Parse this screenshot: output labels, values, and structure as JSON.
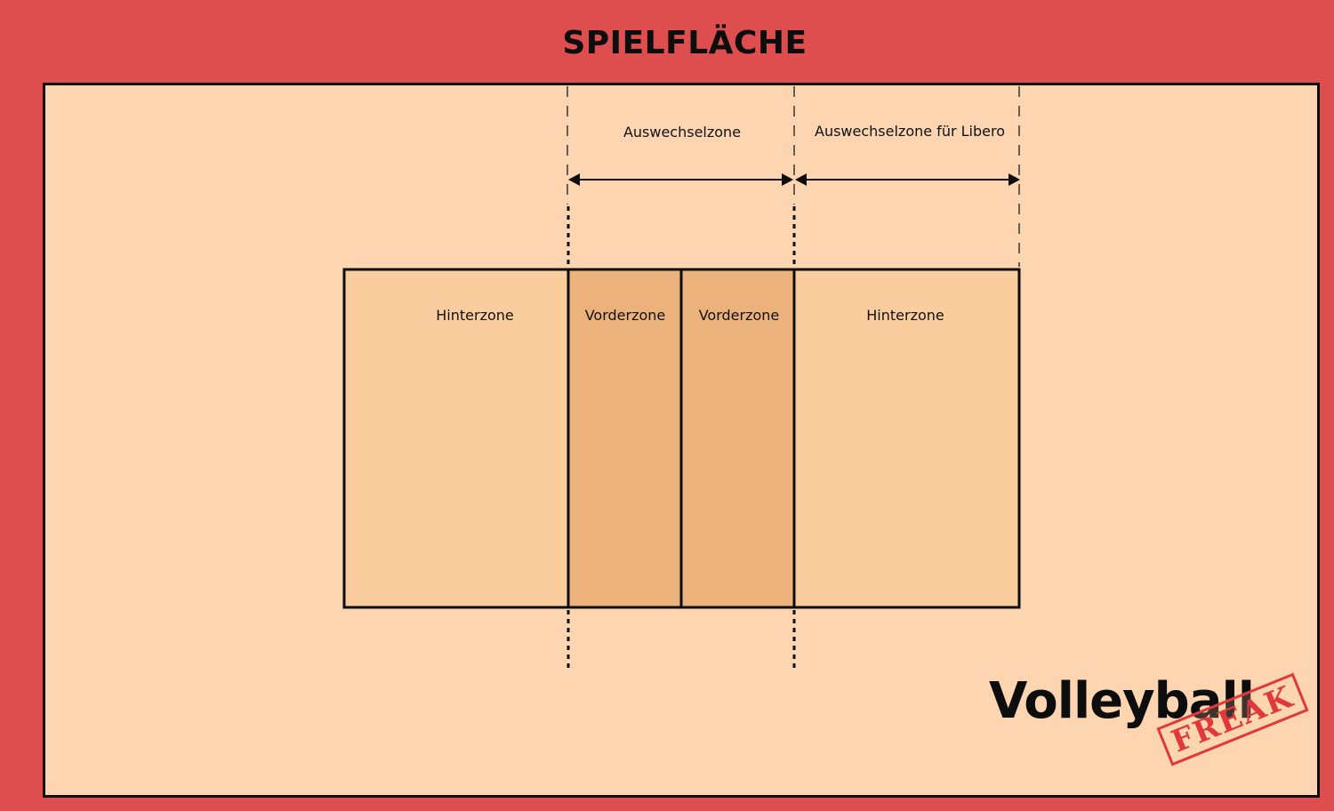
{
  "title": "SPIELFLÄCHE",
  "labels": {
    "substitution_zone": "Auswechselzone",
    "libero_zone": "Auswechselzone für Libero"
  },
  "zones": [
    {
      "label": "Hinterzone"
    },
    {
      "label": "Vorderzone"
    },
    {
      "label": "Vorderzone"
    },
    {
      "label": "Hinterzone"
    }
  ],
  "logo": {
    "main": "Volleyball",
    "stamp": "FREAK"
  },
  "colors": {
    "frame": "#df4e4e",
    "free_zone": "#fdd6b1",
    "back_zone": "#f9cd9e",
    "front_zone": "#ebb27c",
    "lines": "#0d0d0d",
    "stamp": "#e1393b"
  }
}
